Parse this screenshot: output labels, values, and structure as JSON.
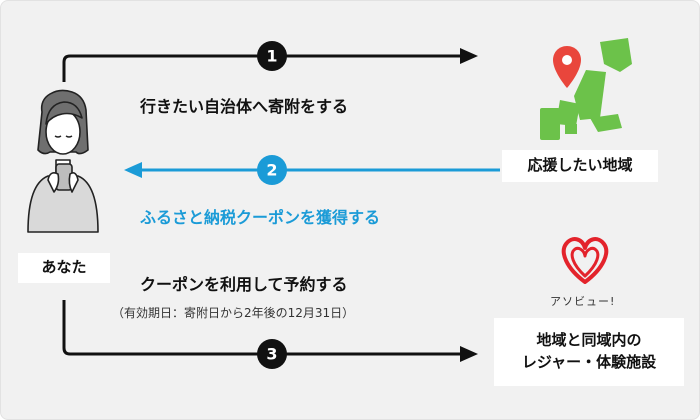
{
  "colors": {
    "background": "#f1f1f1",
    "accent_blue": "#1b9bd7",
    "line": "#111111",
    "map_green": "#6cc24a",
    "pin_red": "#e9463c",
    "logo_red": "#e3232b"
  },
  "you_label": "あなた",
  "steps": [
    {
      "number": "1",
      "label": "行きたい自治体へ寄附をする"
    },
    {
      "number": "2",
      "label": "ふるさと納税クーポンを獲得する"
    },
    {
      "number": "3",
      "label": "クーポンを利用して予約する",
      "note": "（有効期日：寄附日から2年後の12月31日）"
    }
  ],
  "municipality_label": "応援したい地域",
  "brand_name": "アソビュー!",
  "facilities_label": [
    "地域と同域内の",
    "レジャー・体験施設"
  ],
  "icons": [
    "person-icon",
    "japan-map-icon",
    "location-pin-icon",
    "asoview-logo-icon"
  ]
}
